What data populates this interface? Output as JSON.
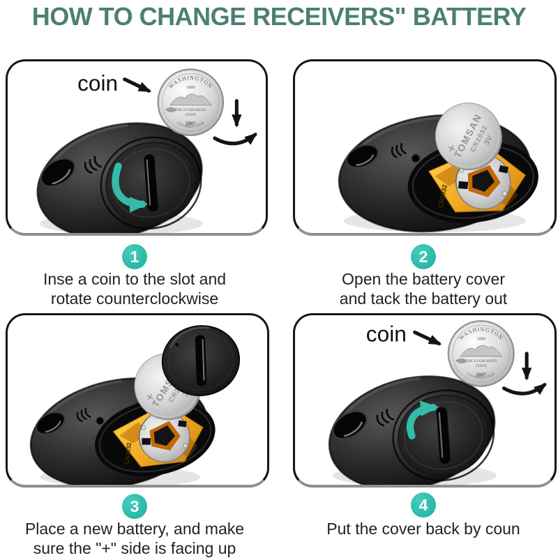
{
  "title": "HOW TO CHANGE RECEIVERS\" BATTERY",
  "coin_label": "coin",
  "coin": {
    "state": "WASHINGTON",
    "year_minted": "1889",
    "motto_line1": "THE EVERGREEN",
    "motto_line2": "STATE",
    "year": "2007",
    "motto_bottom": "E PLURIBUS UNUM"
  },
  "battery": {
    "polarity": "+",
    "brand": "TOMSAN",
    "model": "CR2032",
    "voltage": "3V"
  },
  "pcb_label": "CR2032",
  "steps": [
    {
      "num": "1",
      "lines": [
        "Inse a coin to the slot and",
        "rotate counterclockwise"
      ]
    },
    {
      "num": "2",
      "lines": [
        "Open the battery cover",
        "and tack the battery out"
      ]
    },
    {
      "num": "3",
      "lines": [
        "Place a new battery, and make",
        "sure the \"+\" side is facing up"
      ]
    },
    {
      "num": "4",
      "lines": [
        "Put the cover back by coun"
      ]
    }
  ],
  "colors": {
    "accent_teal": "#2ab5a5",
    "arrow_teal": "#35c4b0",
    "title_green": "#4b7f75"
  }
}
